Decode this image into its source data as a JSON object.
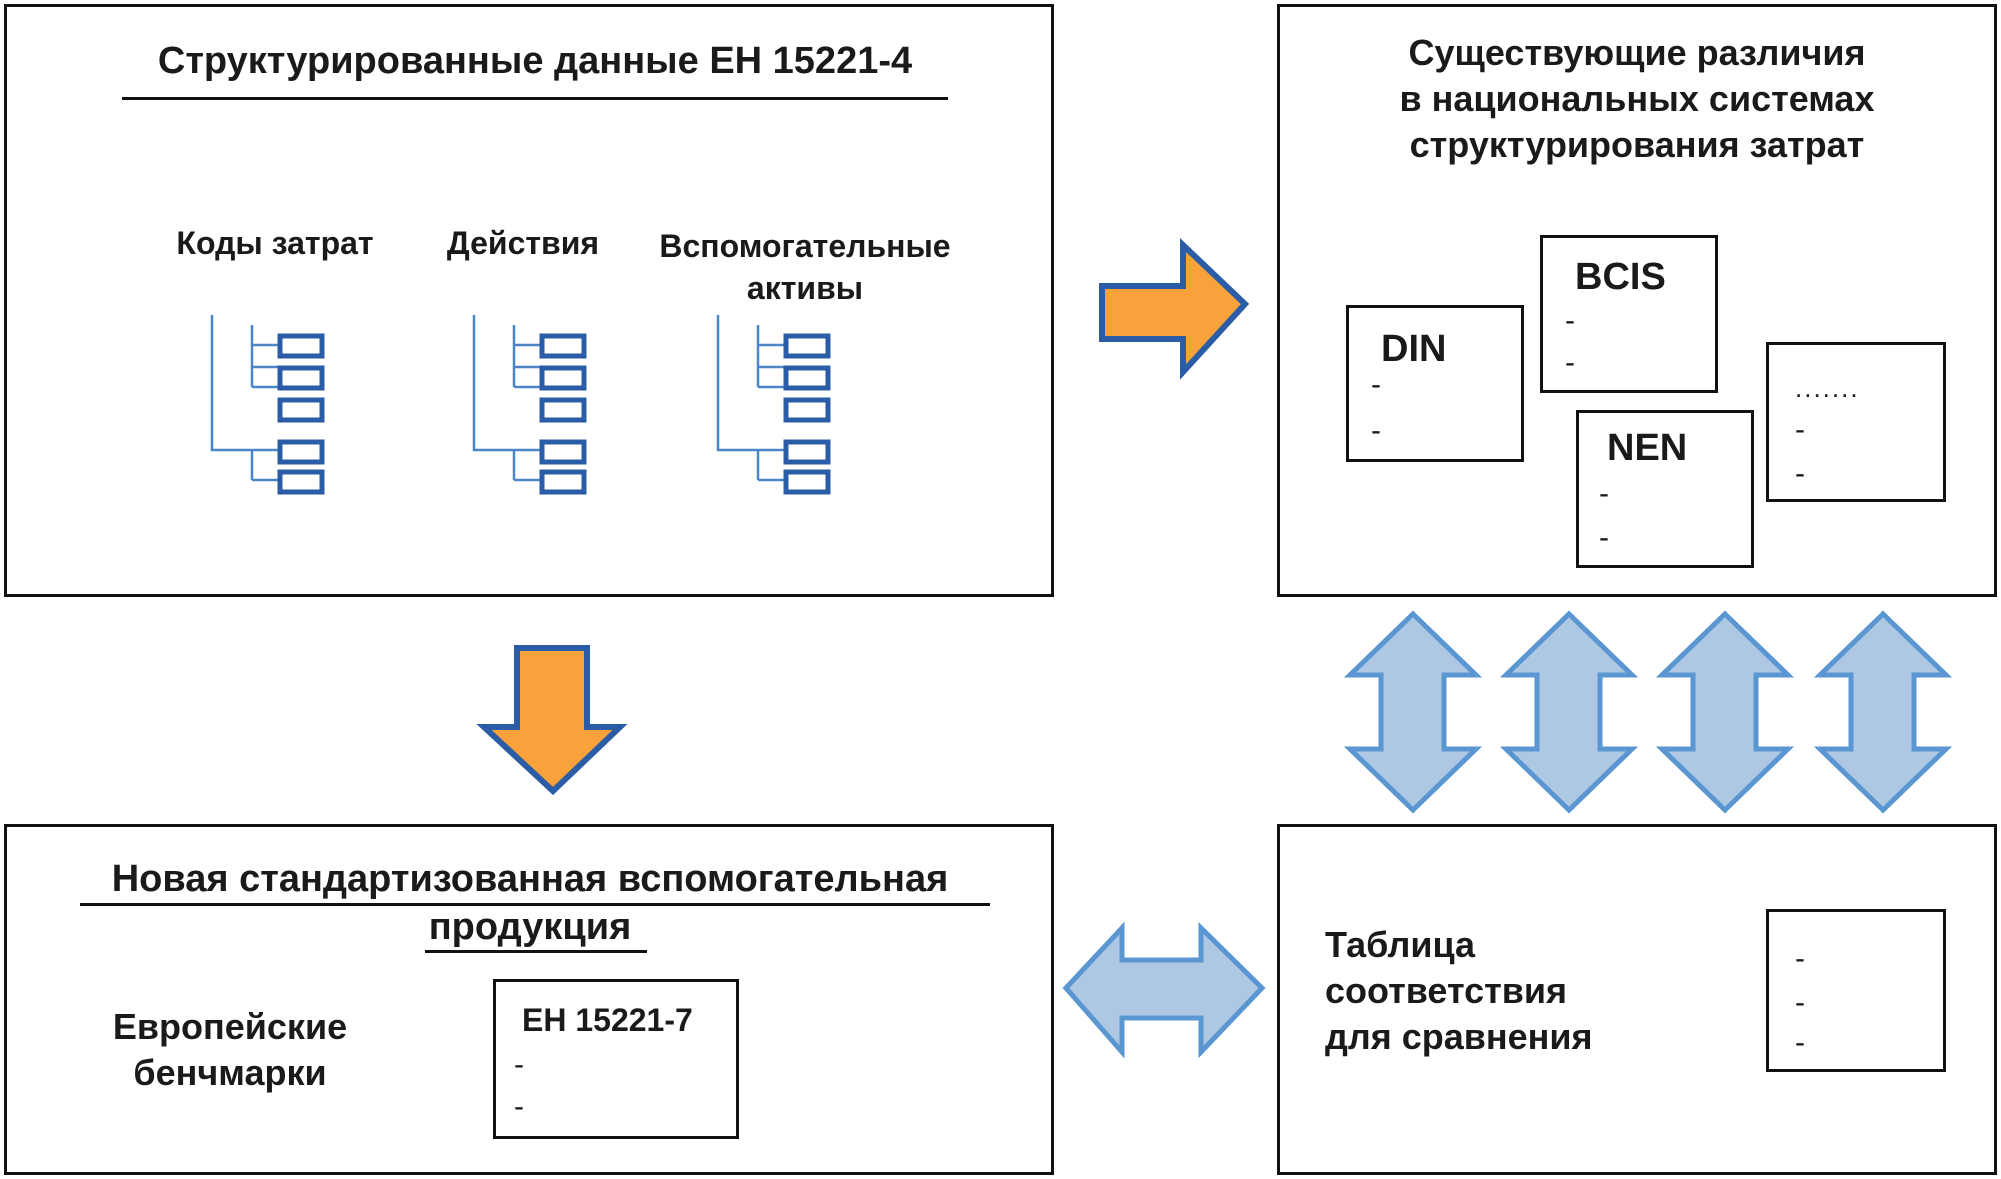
{
  "panels": {
    "top_left": {
      "title": "Структурированные данные ЕН 15221-4",
      "columns": [
        {
          "label": "Коды затрат"
        },
        {
          "label": "Действия"
        },
        {
          "label": "Вспомогательные активы"
        }
      ]
    },
    "top_right": {
      "title_lines": [
        "Существующие различия",
        "в национальных системах",
        "структурирования затрат"
      ],
      "boxes": [
        {
          "title": "DIN",
          "items": [
            "-",
            "-"
          ]
        },
        {
          "title": "BCIS",
          "items": [
            "-",
            "-"
          ]
        },
        {
          "title": "NEN",
          "items": [
            "-",
            "-"
          ]
        },
        {
          "title": ".......",
          "items": [
            "-",
            "-"
          ]
        }
      ]
    },
    "bottom_left": {
      "title_lines": [
        "Новая стандартизованная вспомогательная",
        "продукция"
      ],
      "label_lines": [
        "Европейские",
        "бенчмарки"
      ],
      "box": {
        "title": "ЕН 15221-7",
        "items": [
          "-",
          "-"
        ]
      }
    },
    "bottom_right": {
      "label_lines": [
        "Таблица",
        "соответствия",
        "для сравнения"
      ],
      "box": {
        "items": [
          "-",
          "-",
          "-"
        ]
      }
    }
  },
  "colors": {
    "orange_arrow": "#F9A23B",
    "arrow_border": "#2A5DA6",
    "double_arrow_fill": "#AEC8E3",
    "double_arrow_border": "#5A96D1",
    "tree_line": "#4A86C8",
    "tree_box": "#2A5DA6"
  }
}
